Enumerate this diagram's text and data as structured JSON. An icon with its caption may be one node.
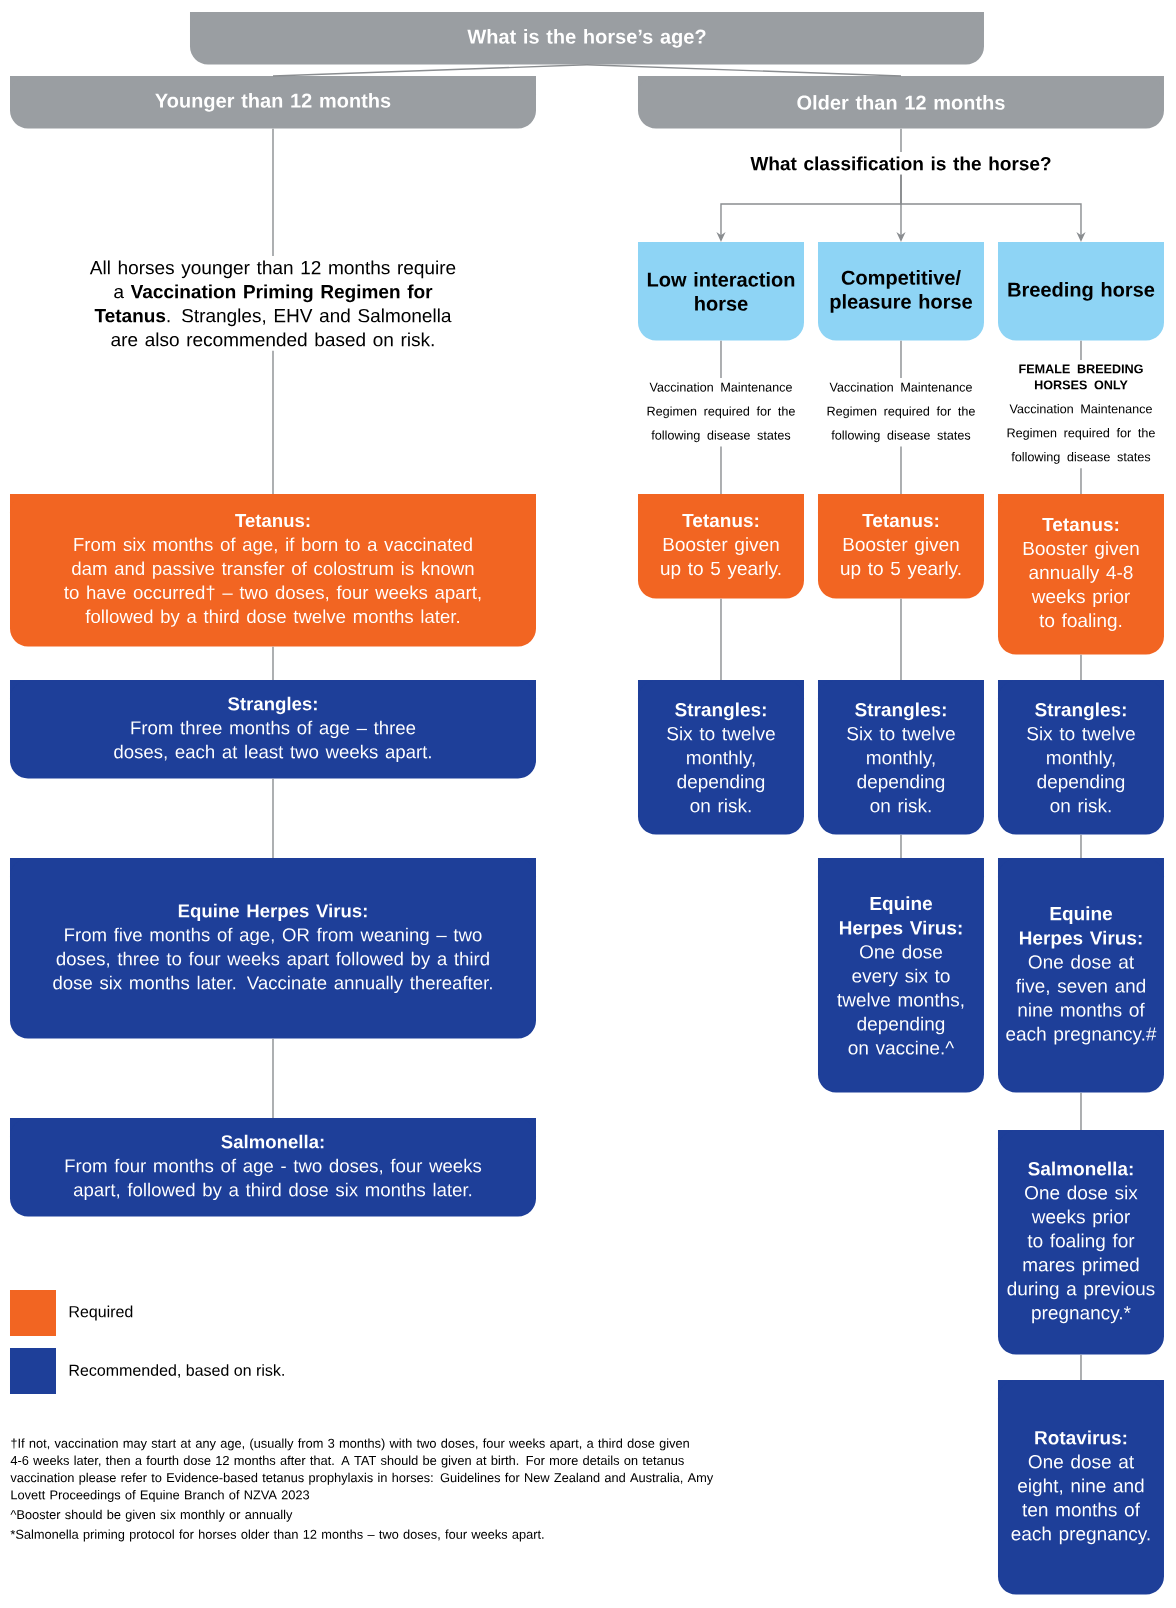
{
  "diagram": {
    "nodes": [
      {
        "text": [
          "What is the horse’s age?"
        ]
      },
      {
        "text": [
          "Younger than 12 months"
        ]
      },
      {
        "text": [
          "Older than 12 months"
        ]
      },
      {
        "text": [
          "All horses younger than 12 months require a **Vaccination Priming Regimen for Tetanus**. Strangles, EHV and Salmonella are also recommended based on risk."
        ]
      },
      {
        "text": [
          "Tetanus:",
          "From six months of age, if born to a vaccinated dam and passive transfer of colostrum is known to have occurred† – two doses, four weeks apart, followed by a third dose twelve months later."
        ]
      },
      {
        "text": [
          "Strangles:",
          "From three months of age – three doses, each at least two weeks apart."
        ]
      },
      {
        "text": [
          "Equine Herpes Virus:",
          "From five months of age, OR from weaning – two doses, three to four weeks apart followed by a third dose six months later. Vaccinate annually thereafter."
        ]
      },
      {
        "text": [
          "Salmonella:",
          "From four months of age - two doses, four weeks apart, followed by a third dose six months later."
        ]
      },
      {
        "text": [
          "What classification is the horse?"
        ]
      },
      {
        "text": [
          "Low interaction horse"
        ]
      },
      {
        "text": [
          "Competitive/ pleasure horse"
        ]
      },
      {
        "text": [
          "Breeding horse"
        ]
      },
      {
        "text": [
          "Vaccination Maintenance Regimen required for the following disease states"
        ]
      },
      {
        "text": [
          "Vaccination Maintenance Regimen required for the following disease states"
        ]
      },
      {
        "text": [
          "FEMALE BREEDING HORSES ONLY",
          "Vaccination Maintenance Regimen required for the following disease states"
        ]
      },
      {
        "text": [
          "Tetanus:",
          "Booster given up to 5 yearly."
        ]
      },
      {
        "text": [
          "Tetanus:",
          "Booster given up to 5 yearly."
        ]
      },
      {
        "text": [
          "Tetanus:",
          "Booster given annually 4-8 weeks prior to foaling."
        ]
      },
      {
        "text": [
          "Strangles:",
          "Six to twelve monthly, depending on risk."
        ]
      },
      {
        "text": [
          "Strangles:",
          "Six to twelve monthly, depending on risk."
        ]
      },
      {
        "text": [
          "Strangles:",
          "Six to twelve monthly, depending on risk."
        ]
      },
      {
        "text": [
          "Equine Herpes Virus:",
          "One dose every six to twelve months, depending on vaccine.^"
        ]
      },
      {
        "text": [
          "Equine Herpes Virus:",
          "One dose at five, seven and nine months of each pregnancy.#"
        ]
      },
      {
        "text": [
          "Salmonella:",
          "One dose six weeks prior to foaling for mares primed during a previous pregnancy.*"
        ]
      },
      {
        "text": [
          "Rotavirus:",
          "One dose at eight, nine and ten months of each pregnancy."
        ]
      }
    ],
    "edges": [
      {
        "from": 0,
        "to": 1,
        "arrow": "none"
      },
      {
        "from": 0,
        "to": 2,
        "arrow": "none"
      },
      {
        "from": 1,
        "to": 3,
        "arrow": "none"
      },
      {
        "from": 3,
        "to": 4,
        "arrow": "none"
      },
      {
        "from": 4,
        "to": 5,
        "arrow": "none"
      },
      {
        "from": 5,
        "to": 6,
        "arrow": "none"
      },
      {
        "from": 6,
        "to": 7,
        "arrow": "none"
      },
      {
        "from": 2,
        "to": 8,
        "arrow": "none"
      },
      {
        "from": 8,
        "to": 9,
        "arrow": "to"
      },
      {
        "from": 8,
        "to": 10,
        "arrow": "to"
      },
      {
        "from": 8,
        "to": 11,
        "arrow": "to"
      },
      {
        "from": 9,
        "to": 12,
        "arrow": "none"
      },
      {
        "from": 12,
        "to": 15,
        "arrow": "none"
      },
      {
        "from": 15,
        "to": 18,
        "arrow": "none"
      },
      {
        "from": 10,
        "to": 13,
        "arrow": "none"
      },
      {
        "from": 13,
        "to": 16,
        "arrow": "none"
      },
      {
        "from": 16,
        "to": 19,
        "arrow": "none"
      },
      {
        "from": 19,
        "to": 21,
        "arrow": "none"
      },
      {
        "from": 11,
        "to": 14,
        "arrow": "none"
      },
      {
        "from": 14,
        "to": 17,
        "arrow": "none"
      },
      {
        "from": 17,
        "to": 20,
        "arrow": "none"
      },
      {
        "from": 20,
        "to": 22,
        "arrow": "none"
      },
      {
        "from": 22,
        "to": 23,
        "arrow": "none"
      },
      {
        "from": 23,
        "to": 24,
        "arrow": "none"
      }
    ],
    "labels": [
      "†If not, vaccination may start at any age, (usually from 3 months) with two doses, four weeks apart, a third dose given 4-6 weeks later, then a fourth dose 12 months after that. A TAT should be given at birth. For more details on tetanus vaccination please refer to Evidence-based tetanus prophylaxis in horses: Guidelines for New Zealand and Australia, Amy Lovett Proceedings of Equine Branch of NZVA 2023",
      "^Booster should be given six monthly or annually",
      "*Salmonella priming protocol for horses older than 12 months – two doses, four weeks apart."
    ],
    "legend": [
      {
        "text": "Required",
        "color": "#f26522"
      },
      {
        "text": "Recommended, based on risk.",
        "color": "#1e3f99"
      }
    ]
  }
}
